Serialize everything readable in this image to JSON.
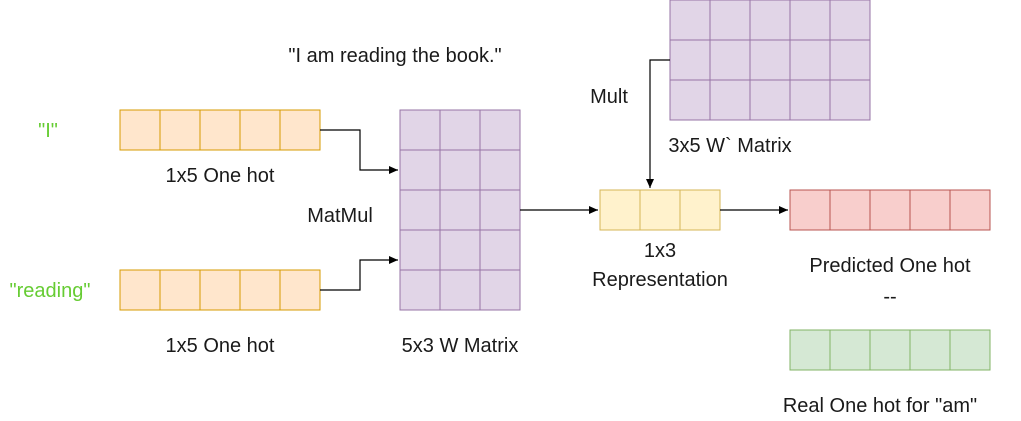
{
  "sentence": "\"I am reading the book.\"",
  "inputs": {
    "word1": "\"I\"",
    "word2": "\"reading\"",
    "onehot1_label": "1x5 One hot",
    "onehot2_label": "1x5 One hot"
  },
  "matmul_label": "MatMul",
  "w_matrix_label": "5x3 W Matrix",
  "mult_label": "Mult",
  "w_prime_label": "3x5 W` Matrix",
  "representation_label_line1": "1x3",
  "representation_label_line2": "Representation",
  "predicted_label": "Predicted One hot",
  "separator": "--",
  "real_label": "Real One hot for \"am\"",
  "colors": {
    "orange_fill": "#ffe6cc",
    "purple_fill": "#e1d5e7",
    "yellow_fill": "#fff2cc",
    "red_fill": "#f8cecc",
    "green_fill": "#d5e8d4",
    "word_green": "#66cc33"
  }
}
